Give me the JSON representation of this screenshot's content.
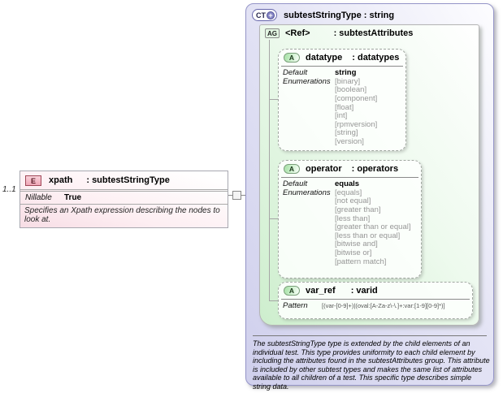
{
  "colors": {
    "complex_type_fill": "#d9d9f2",
    "attr_group_fill": "#d7f2d7",
    "element_fill": "#f8dde5",
    "enum_text": "#969696"
  },
  "element": {
    "cardinality": "1..1",
    "badge": "E",
    "name": "xpath",
    "type": ": subtestStringType",
    "nillable_label": "Nillable",
    "nillable_value": "True",
    "description": "Specifies an Xpath expression describing the nodes to look at."
  },
  "complex_type": {
    "badge": "CT",
    "badge_plus": "+",
    "title": "subtestStringType : string",
    "attribute_group": {
      "badge": "AG",
      "name": "<Ref>",
      "type": ": subtestAttributes",
      "attributes": [
        {
          "badge": "A",
          "name": "datatype",
          "type": ": datatypes",
          "default_label": "Default",
          "default_value": "string",
          "enumerations_label": "Enumerations",
          "enumerations": [
            "[binary]",
            "[boolean]",
            "[component]",
            "[float]",
            "[int]",
            "[rpmversion]",
            "[string]",
            "[version]"
          ]
        },
        {
          "badge": "A",
          "name": "operator",
          "type": ": operators",
          "default_label": "Default",
          "default_value": "equals",
          "enumerations_label": "Enumerations",
          "enumerations": [
            "[equals]",
            "[not equal]",
            "[greater than]",
            "[less than]",
            "[greater than or equal]",
            "[less than or equal]",
            "[bitwise and]",
            "[bitwise or]",
            "[pattern match]"
          ]
        },
        {
          "badge": "A",
          "name": "var_ref",
          "type": ": varid",
          "pattern_label": "Pattern",
          "pattern_value": "[(var-[0-9]+)|(oval:[A-Za-z\\-\\.]+:var:[1-9][0-9]*)]"
        }
      ]
    },
    "documentation": "The subtestStringType type is extended by the child elements of an individual test.  This type provides uniformity to each child element by including the attributes found in the subtestAttributes group.  This attribute is included by other subtest types and makes the same list of attributes available to all children of a test.  This specific type describes simple string data."
  }
}
